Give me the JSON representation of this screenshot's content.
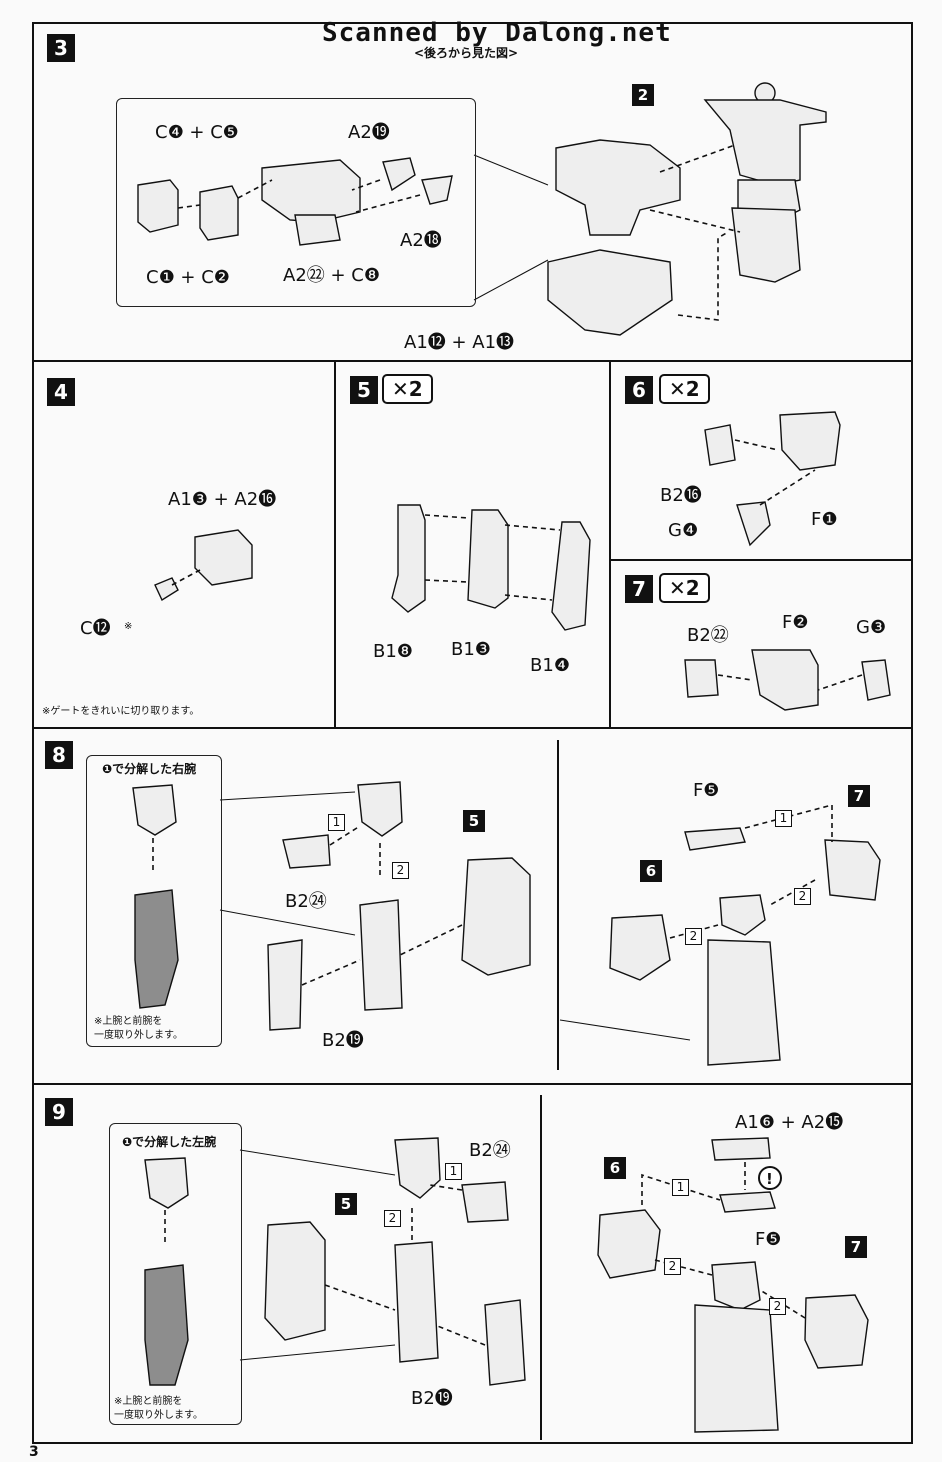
{
  "header": {
    "scanned_by": "Scanned by Dalong.net",
    "view_note": "<後ろから見た図>"
  },
  "page_number": "3",
  "steps": {
    "s3": {
      "num": "3",
      "callout": "2",
      "labels": {
        "c4c5": "C❹ + C❺",
        "a219": "A2⓳",
        "a218": "A2⓲",
        "c1c2": "C❶ + C❷",
        "a222c8": "A2㉒ + C❽",
        "a112a113": "A1⓬ + A1⓭"
      }
    },
    "s4": {
      "num": "4",
      "labels": {
        "a13a216": "A1❸ + A2⓰",
        "c12": "C⓬",
        "c12_mark": "※"
      },
      "note": "※ゲートをきれいに切り取ります。"
    },
    "s5": {
      "num": "5",
      "mult": "✕2",
      "labels": {
        "b18": "B1❽",
        "b13": "B1❸",
        "b14": "B1❹"
      }
    },
    "s6": {
      "num": "6",
      "mult": "✕2",
      "labels": {
        "b216": "B2⓰",
        "g4": "G❹",
        "f1": "F❶"
      }
    },
    "s7": {
      "num": "7",
      "mult": "✕2",
      "labels": {
        "b222": "B2㉒",
        "f2": "F❷",
        "g3": "G❸"
      }
    },
    "s8": {
      "num": "8",
      "box_caption": "❶で分解した右腕",
      "box_note": "※上腕と前腕を\n一度取り外します。",
      "labels": {
        "b224": "B2㉔",
        "b219": "B2⓳",
        "f5": "F❺"
      },
      "callouts": {
        "c5": "5",
        "c6": "6",
        "c7": "7"
      },
      "order": {
        "one": "1",
        "two": "2"
      }
    },
    "s9": {
      "num": "9",
      "box_caption": "❶で分解した左腕",
      "box_note": "※上腕と前腕を\n一度取り外します。",
      "labels": {
        "b224": "B2㉔",
        "b219": "B2⓳",
        "a16a215": "A1❻ + A2⓯",
        "f5": "F❺"
      },
      "callouts": {
        "c5": "5",
        "c6": "6",
        "c7": "7"
      },
      "order": {
        "one": "1",
        "two": "2"
      }
    }
  }
}
